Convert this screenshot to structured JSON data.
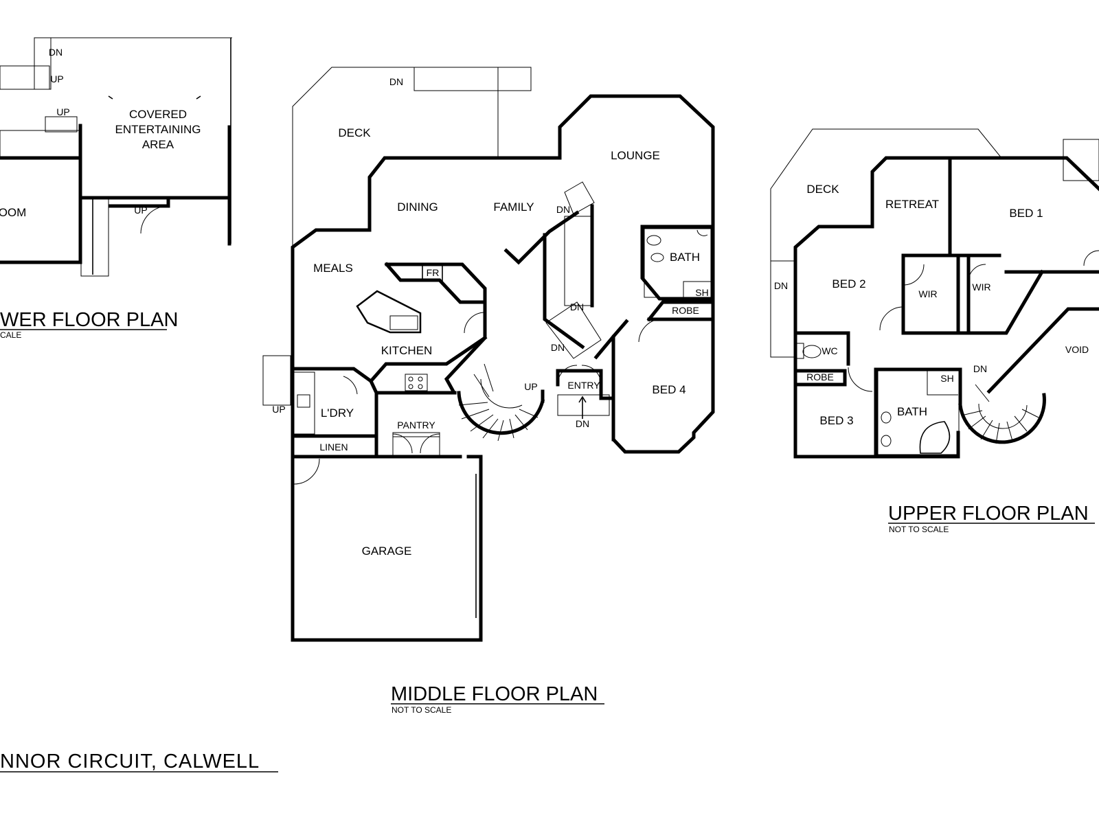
{
  "lower": {
    "title": "WER FLOOR PLAN",
    "note": "CALE",
    "rooms": {
      "covered": [
        "COVERED",
        "ENTERTAINING",
        "AREA"
      ],
      "room": "OOM"
    },
    "marks": {
      "dn": "DN",
      "up1": "UP",
      "up2": "UP",
      "up3": "UP"
    }
  },
  "middle": {
    "title": "MIDDLE FLOOR PLAN",
    "note": "NOT TO SCALE",
    "rooms": {
      "deck": "DECK",
      "dining": "DINING",
      "family": "FAMILY",
      "lounge": "LOUNGE",
      "meals": "MEALS",
      "fr": "FR",
      "kitchen": "KITCHEN",
      "bath": "BATH",
      "sh": "SH",
      "robe": "ROBE",
      "laundry": "L'DRY",
      "linen": "LINEN",
      "pantry": "PANTRY",
      "entry": "ENTRY",
      "bed4": "BED 4",
      "garage": "GARAGE"
    },
    "marks": {
      "dn_deck": "DN",
      "dn_stair": "DN",
      "dn_mid": "DN",
      "dn_low": "DN",
      "up_spiral": "UP",
      "up_left": "UP",
      "dn_entry": "DN"
    }
  },
  "upper": {
    "title": "UPPER FLOOR PLAN",
    "note": "NOT TO SCALE",
    "rooms": {
      "deck": "DECK",
      "retreat": "RETREAT",
      "bed1": "BED 1",
      "bed2": "BED 2",
      "wir1": "WIR",
      "wir2": "WIR",
      "wc": "WC",
      "robe": "ROBE",
      "bed3": "BED 3",
      "bath": "BATH",
      "sh": "SH",
      "void": "VOID"
    },
    "marks": {
      "dn_left": "DN",
      "dn_spiral": "DN"
    }
  },
  "address": "NNOR CIRCUIT, CALWELL"
}
